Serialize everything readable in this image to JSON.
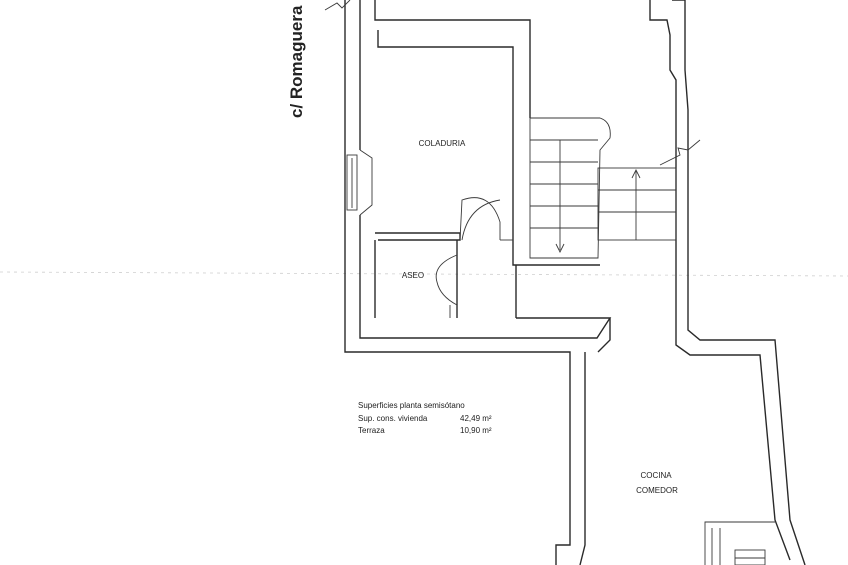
{
  "street": {
    "name": "c/ Romaguera"
  },
  "rooms": {
    "coladuria": "COLADURIA",
    "aseo": "ASEO",
    "cocina": "COCINA",
    "comedor": "COMEDOR"
  },
  "surfaces": {
    "title": "Superficies planta semisótano",
    "rows": [
      {
        "label": "Sup. cons. vivienda",
        "value": "42,49 m²"
      },
      {
        "label": "Terraza",
        "value": "10,90 m²"
      }
    ]
  }
}
